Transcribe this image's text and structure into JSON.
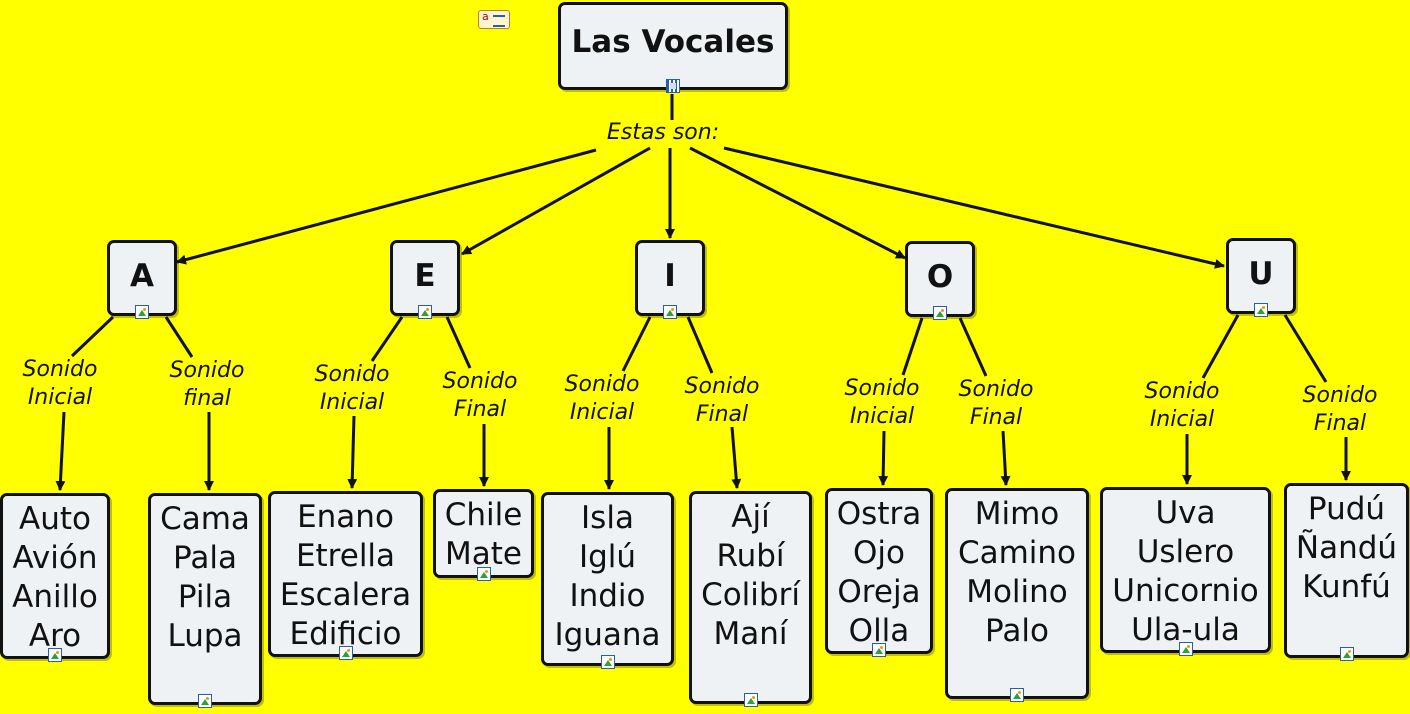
{
  "root": {
    "title": "Las Vocales"
  },
  "link_label": "Estas son:",
  "vowels": [
    {
      "letter": "A",
      "initial": {
        "label": [
          "Sonido",
          "Inicial"
        ],
        "words": [
          "Auto",
          "Avión",
          "Anillo",
          "Aro"
        ]
      },
      "final": {
        "label": [
          "Sonido",
          "final"
        ],
        "words": [
          "Cama",
          "Pala",
          "Pila",
          "Lupa"
        ]
      }
    },
    {
      "letter": "E",
      "initial": {
        "label": [
          "Sonido",
          "Inicial"
        ],
        "words": [
          "Enano",
          "Etrella",
          "Escalera",
          "Edificio"
        ]
      },
      "final": {
        "label": [
          "Sonido",
          "Final"
        ],
        "words": [
          "Chile",
          "Mate"
        ]
      }
    },
    {
      "letter": "I",
      "initial": {
        "label": [
          "Sonido",
          "Inicial"
        ],
        "words": [
          "Isla",
          "Iglú",
          "Indio",
          "Iguana"
        ]
      },
      "final": {
        "label": [
          "Sonido",
          "Final"
        ],
        "words": [
          "Ají",
          "Rubí",
          "Colibrí",
          "Maní"
        ]
      }
    },
    {
      "letter": "O",
      "initial": {
        "label": [
          "Sonido",
          "Inicial"
        ],
        "words": [
          "Ostra",
          "Ojo",
          "Oreja",
          "Olla"
        ]
      },
      "final": {
        "label": [
          "Sonido",
          "Final"
        ],
        "words": [
          "Mimo",
          "Camino",
          "Molino",
          "Palo"
        ]
      }
    },
    {
      "letter": "U",
      "initial": {
        "label": [
          "Sonido",
          "Inicial"
        ],
        "words": [
          "Uva",
          "Uslero",
          "Unicornio",
          "Ula-ula"
        ]
      },
      "final": {
        "label": [
          "Sonido",
          "Final"
        ],
        "words": [
          "Pudú",
          "Ñandú",
          "Kunfú"
        ]
      }
    }
  ]
}
